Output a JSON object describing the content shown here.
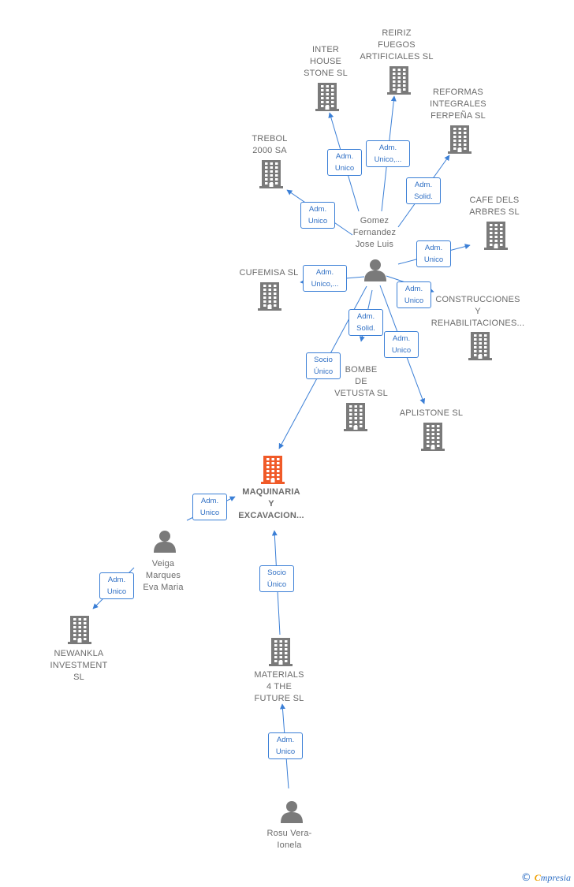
{
  "colors": {
    "company": "#7a7a7a",
    "main_company": "#f05a28",
    "person": "#7a7a7a",
    "edge": "#3b7fd6"
  },
  "nodes": [
    {
      "id": "inter_house",
      "type": "company",
      "label": "INTER\nHOUSE\nSTONE SL"
    },
    {
      "id": "reiriz",
      "type": "company",
      "label": "REIRIZ\nFUEGOS\nARTIFICIALES SL"
    },
    {
      "id": "reformas",
      "type": "company",
      "label": "REFORMAS\nINTEGRALES\nFERPEÑA  SL"
    },
    {
      "id": "trebol",
      "type": "company",
      "label": "TREBOL\n2000 SA"
    },
    {
      "id": "cafe",
      "type": "company",
      "label": "CAFE DELS\nARBRES SL"
    },
    {
      "id": "cufemisa",
      "type": "company",
      "label": "CUFEMISA  SL"
    },
    {
      "id": "gomez",
      "type": "person",
      "label": "Gomez\nFernandez\nJose Luis"
    },
    {
      "id": "construcciones",
      "type": "company",
      "label": "CONSTRUCCIONES\nY\nREHABILITACIONES..."
    },
    {
      "id": "bombe",
      "type": "company",
      "label": "BOMBE\nDE\nVETUSTA  SL"
    },
    {
      "id": "aplistone",
      "type": "company",
      "label": "APLISTONE SL"
    },
    {
      "id": "maquinaria",
      "type": "main_company",
      "label": "MAQUINARIA\nY\nEXCAVACION..."
    },
    {
      "id": "veiga",
      "type": "person",
      "label": "Veiga\nMarques\nEva Maria"
    },
    {
      "id": "newankla",
      "type": "company",
      "label": "NEWANKLA\nINVESTMENT\nSL"
    },
    {
      "id": "materials",
      "type": "company",
      "label": "MATERIALS\n4 THE\nFUTURE  SL"
    },
    {
      "id": "rosu",
      "type": "person",
      "label": "Rosu Vera-\nIonela"
    }
  ],
  "edges": [
    {
      "from": "gomez",
      "to": "inter_house",
      "label": "Adm.\nUnico"
    },
    {
      "from": "gomez",
      "to": "reiriz",
      "label": "Adm.\nUnico,..."
    },
    {
      "from": "gomez",
      "to": "reformas",
      "label": "Adm.\nSolid."
    },
    {
      "from": "gomez",
      "to": "trebol",
      "label": "Adm.\nUnico"
    },
    {
      "from": "gomez",
      "to": "cafe",
      "label": "Adm.\nUnico"
    },
    {
      "from": "gomez",
      "to": "cufemisa",
      "label": "Adm.\nUnico,..."
    },
    {
      "from": "gomez",
      "to": "construcciones",
      "label": "Adm.\nUnico"
    },
    {
      "from": "gomez",
      "to": "bombe",
      "label": "Adm.\nSolid."
    },
    {
      "from": "gomez",
      "to": "aplistone",
      "label": "Adm.\nUnico"
    },
    {
      "from": "gomez",
      "to": "maquinaria",
      "label": "Socio\nÚnico"
    },
    {
      "from": "veiga",
      "to": "maquinaria",
      "label": "Adm.\nUnico"
    },
    {
      "from": "veiga",
      "to": "newankla",
      "label": "Adm.\nUnico"
    },
    {
      "from": "materials",
      "to": "maquinaria",
      "label": "Socio\nÚnico"
    },
    {
      "from": "rosu",
      "to": "materials",
      "label": "Adm.\nUnico"
    }
  ],
  "footer": {
    "copyright": "©",
    "brand_first": "C",
    "brand_rest": "mpresia"
  }
}
